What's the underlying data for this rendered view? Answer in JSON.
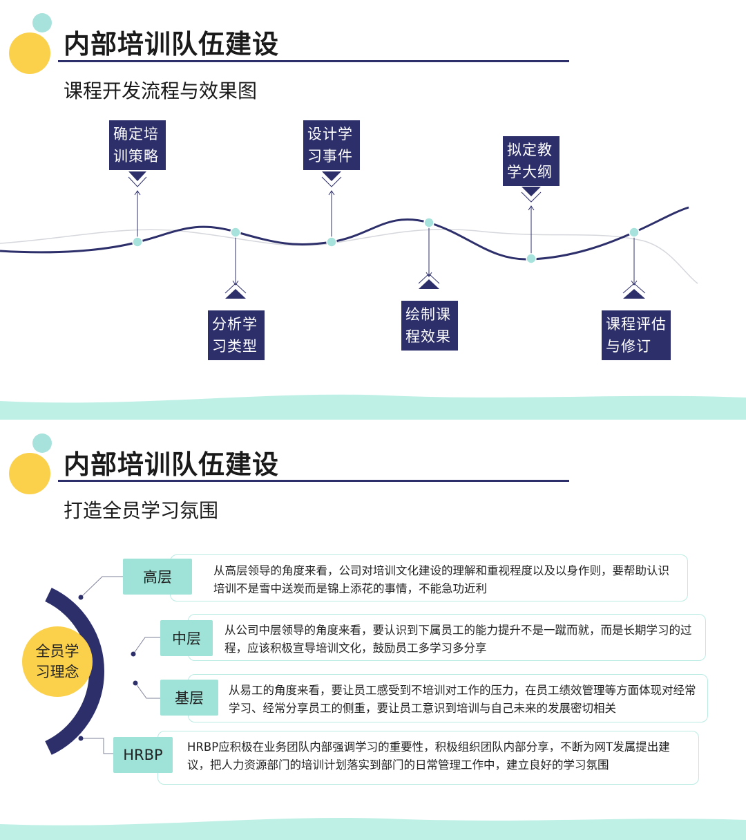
{
  "colors": {
    "navy": "#2d2f6b",
    "mint": "#9fe3d8",
    "yellow": "#fbd14b",
    "teal_dot": "#a8e2dc",
    "wave_light": "#bff0e6"
  },
  "slide1": {
    "title": "内部培训队伍建设",
    "subtitle": "课程开发流程与效果图",
    "steps_top": [
      {
        "label": "确定培训策略"
      },
      {
        "label": "设计学习事件"
      },
      {
        "label": "拟定教学大纲"
      }
    ],
    "steps_bottom": [
      {
        "label": "分析学习类型"
      },
      {
        "label": "绘制课程效果"
      },
      {
        "label": "课程评估与修订"
      }
    ]
  },
  "slide2": {
    "title": "内部培训队伍建设",
    "subtitle": "打造全员学习氛围",
    "center_label": "全员学习理念",
    "levels": [
      {
        "tag": "高层",
        "text": "从高层领导的角度来看，公司对培训文化建设的理解和重视程度以及以身作则，要帮助认识培训不是雪中送炭而是锦上添花的事情，不能急功近利"
      },
      {
        "tag": "中层",
        "text": "从公司中层领导的角度来看，要认识到下属员工的能力提升不是一蹴而就，而是长期学习的过程，应该积极宣导培训文化，鼓励员工多学习多分享"
      },
      {
        "tag": "基层",
        "text": "从易工的角度来看，要让员工感受到不培训对工作的压力，在员工绩效管理等方面体现对经常学习、经常分享员工的侧重，要让员工意识到培训与自己未来的发展密切相关"
      },
      {
        "tag": "HRBP",
        "text": "HRBP应积极在业务团队内部强调学习的重要性，积极组织团队内部分享，不断为网T发属提出建议，把人力资源部门的培训计划落实到部门的日常管理工作中，建立良好的学习氛围"
      }
    ]
  }
}
